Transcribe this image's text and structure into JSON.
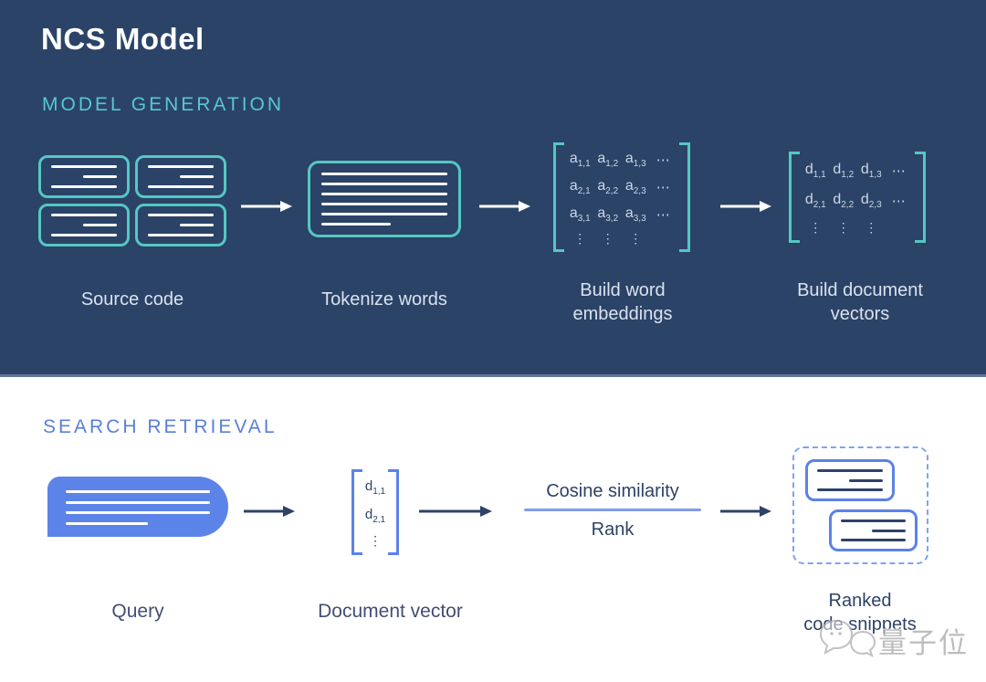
{
  "page": {
    "title": "NCS Model"
  },
  "model_generation": {
    "heading": "MODEL GENERATION",
    "source_code_label": "Source code",
    "tokenize_label": "Tokenize words",
    "embeddings_label_line1": "Build word",
    "embeddings_label_line2": "embeddings",
    "doc_vectors_label_line1": "Build document",
    "doc_vectors_label_line2": "vectors",
    "word_matrix": {
      "r1": [
        {
          "b": "a",
          "s": "1,1"
        },
        {
          "b": "a",
          "s": "1,2"
        },
        {
          "b": "a",
          "s": "1,3"
        }
      ],
      "r2": [
        {
          "b": "a",
          "s": "2,1"
        },
        {
          "b": "a",
          "s": "2,2"
        },
        {
          "b": "a",
          "s": "2,3"
        }
      ],
      "r3": [
        {
          "b": "a",
          "s": "3,1"
        },
        {
          "b": "a",
          "s": "3,2"
        },
        {
          "b": "a",
          "s": "3,3"
        }
      ],
      "hdots": "⋯",
      "vdots": "⋮"
    },
    "doc_matrix": {
      "r1": [
        {
          "b": "d",
          "s": "1,1"
        },
        {
          "b": "d",
          "s": "1,2"
        },
        {
          "b": "d",
          "s": "1,3"
        }
      ],
      "r2": [
        {
          "b": "d",
          "s": "2,1"
        },
        {
          "b": "d",
          "s": "2,2"
        },
        {
          "b": "d",
          "s": "2,3"
        }
      ],
      "hdots": "⋯",
      "vdots": "⋮"
    }
  },
  "search_retrieval": {
    "heading": "SEARCH RETRIEVAL",
    "query_label": "Query",
    "doc_vector_label": "Document vector",
    "vector": {
      "r1": {
        "b": "d",
        "s": "1,1"
      },
      "r2": {
        "b": "d",
        "s": "2,1"
      },
      "vdots": "⋮"
    },
    "cosine_label": "Cosine similarity",
    "rank_label": "Rank",
    "ranked_label_line1": "Ranked",
    "ranked_label_line2": "code snippets"
  },
  "watermark": {
    "text": "量子位"
  },
  "colors": {
    "navy_background": "#2b4367",
    "teal_accent": "#55c7c4",
    "blue_accent": "#5c84e8",
    "dark_text": "#2e4266",
    "light_label": "#dae2ee"
  }
}
